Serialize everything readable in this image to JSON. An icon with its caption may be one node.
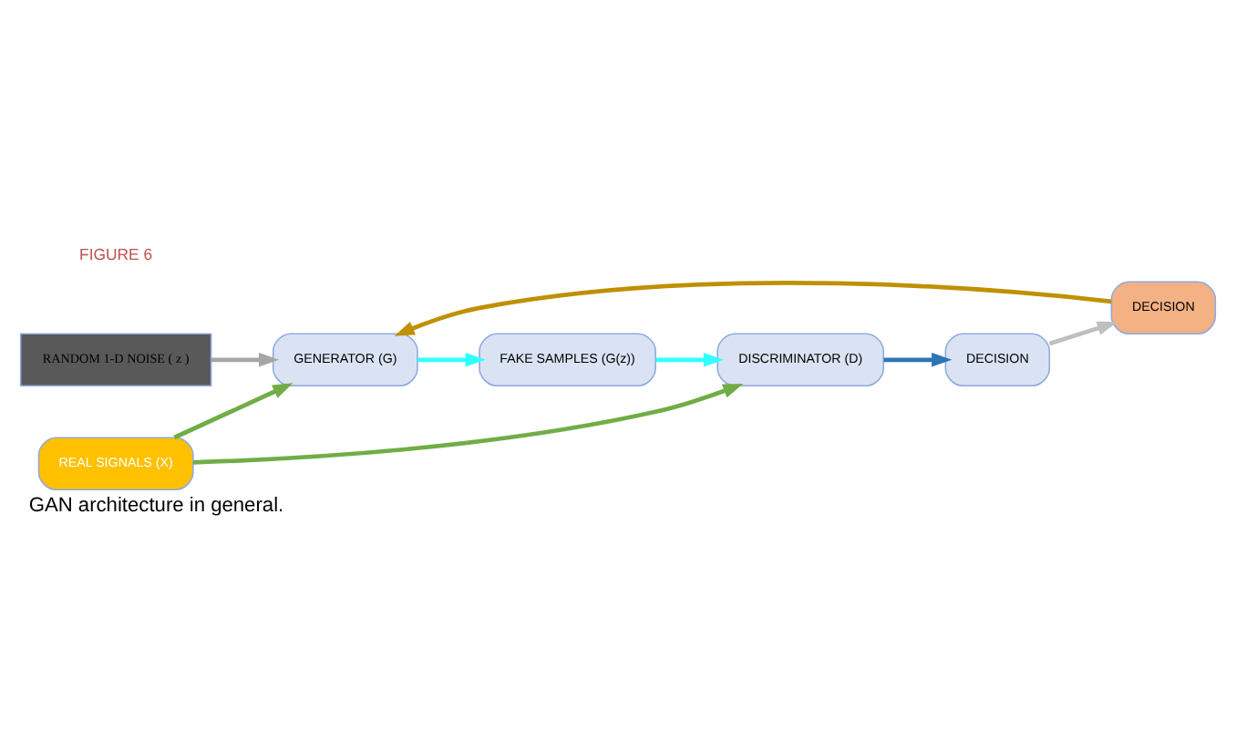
{
  "diagram": {
    "caption": "GAN architecture in general.",
    "nodes": [
      {
        "text": [
          "RANDOM 1-D NOISE ( z )"
        ]
      },
      {
        "text": [
          "REAL SIGNALS (X)"
        ]
      },
      {
        "text": [
          "GENERATOR (G)"
        ]
      },
      {
        "text": [
          "DISCRIMINATOR (D)"
        ]
      },
      {
        "text": [
          "DECISION"
        ]
      },
      {
        "text": [
          "FAKE SAMPLES (G(z))"
        ]
      },
      {
        "text": [
          "DECISION"
        ]
      }
    ],
    "edges": [
      {
        "from": 0,
        "to": 2,
        "arrow": "to",
        "color": "#a6a6a6"
      },
      {
        "from": 1,
        "to": 2,
        "arrow": "to",
        "color": "#70ad47"
      },
      {
        "from": 1,
        "to": 3,
        "arrow": "to",
        "color": "#70ad47"
      },
      {
        "from": 2,
        "to": 5,
        "arrow": "to",
        "color": "#33ffff"
      },
      {
        "from": 5,
        "to": 3,
        "arrow": "to",
        "color": "#33ffff"
      },
      {
        "from": 3,
        "to": 4,
        "arrow": "to",
        "color": "#2e75b6"
      },
      {
        "from": 4,
        "to": 6,
        "arrow": "to",
        "color": "#bfbfbf"
      },
      {
        "from": 6,
        "to": 2,
        "arrow": "to",
        "color": "#bf9000"
      }
    ],
    "labels": [
      "FIGURE 6"
    ]
  }
}
